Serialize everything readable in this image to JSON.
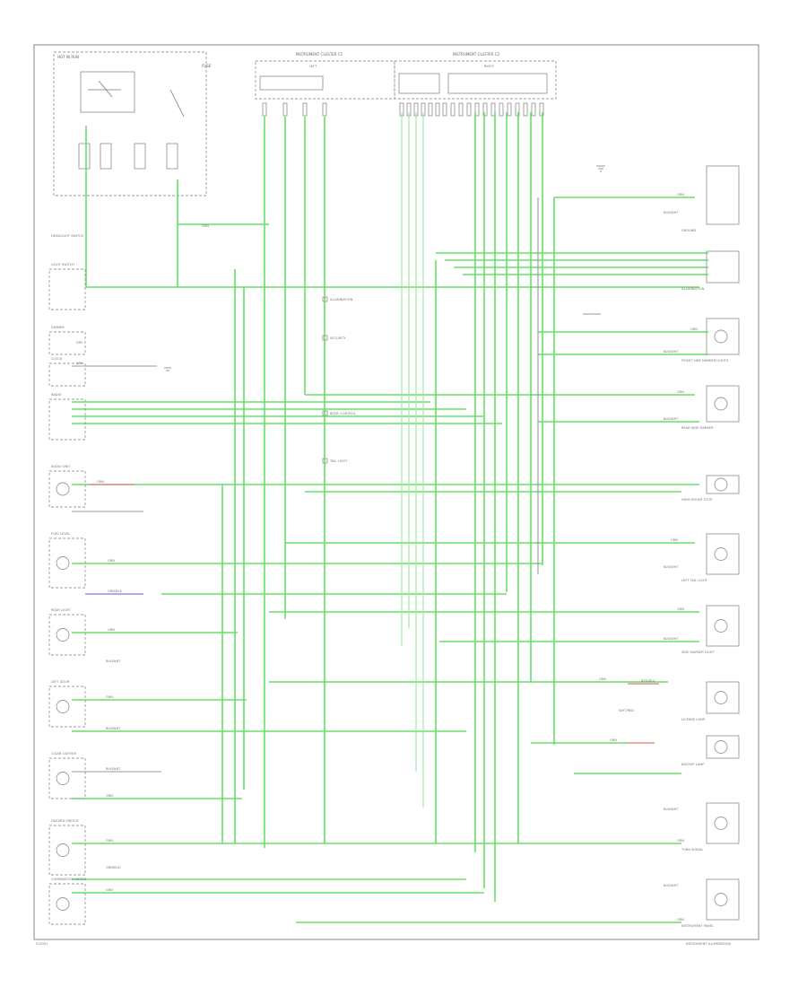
{
  "diagram": {
    "footer_left": "G-0001",
    "footer_right": "INSTRUMENT ILLUMINATION",
    "top_labels": {
      "hot_in_run": "HOT IN RUN",
      "fuse": "FUSE",
      "junction_1": "INSTRUMENT CLUSTER C1",
      "junction_2": "INSTRUMENT CLUSTER C2",
      "bus_1": "LEFT",
      "bus_2": "RIGHT"
    },
    "left_components": [
      "HEADLIGHT SWITCH",
      "LIGHT SWITCH",
      "DIMMER",
      "CLOCK",
      "RADIO",
      "AUDIO UNIT",
      "FUEL LEVEL",
      "REAR LIGHT",
      "LEFT DOOR",
      "CIGAR LIGHTER",
      "HAZARD SWITCH",
      "COMBINATION METER"
    ],
    "center_components": [
      "ILLUMINATION",
      "SECURITY",
      "BODY CONTROL",
      "TAIL LIGHT"
    ],
    "right_components": [
      "GROUND",
      "ILLUMINATION",
      "FRONT SIDE MARKER LIGHTS",
      "REAR SIDE MARKER",
      "HIGH MOUNT STOP",
      "LEFT TAIL LIGHT",
      "SIDE MARKER LIGHT",
      "LICENSE LAMP",
      "BACKUP LAMP",
      "TURN SIGNAL",
      "INSTRUMENT PANEL"
    ],
    "wire_tags": {
      "gry": "GRY",
      "grn": "GRN",
      "grn_blk": "GRN/BLK",
      "blk_wht": "BLK/WHT",
      "red_blk": "RED/BLK",
      "blu_wht": "BLU/WHT",
      "wht_red": "WHT/RED"
    },
    "colors": {
      "wire_green": "#66e066",
      "wire_red": "#ef8b8b",
      "wire_blue": "#8f8fe8",
      "frame": "#9a9a9a"
    }
  }
}
